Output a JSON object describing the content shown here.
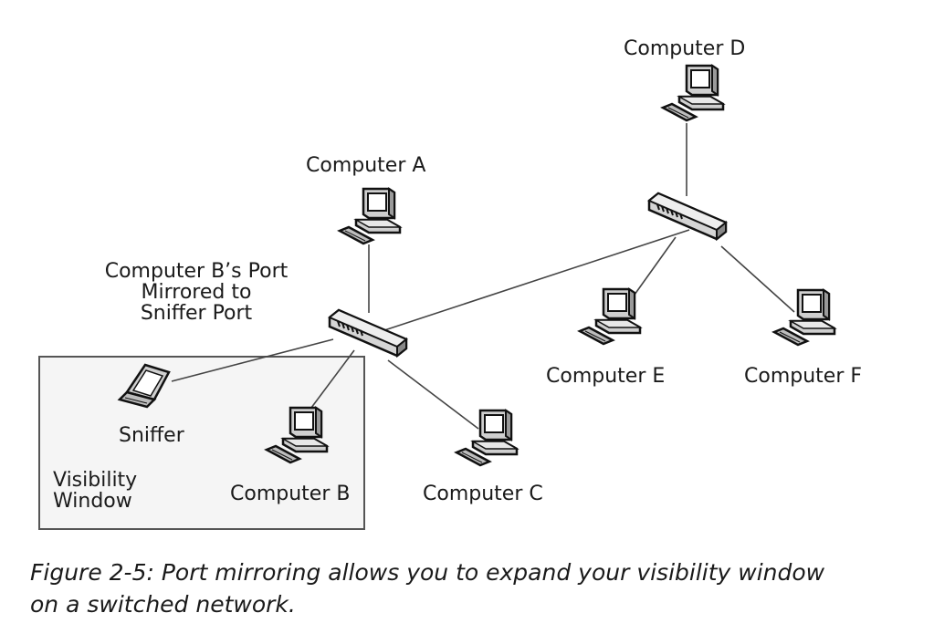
{
  "diagram": {
    "nodes": {
      "computer_a": "Computer A",
      "computer_b": "Computer B",
      "computer_c": "Computer C",
      "computer_d": "Computer D",
      "computer_e": "Computer E",
      "computer_f": "Computer F",
      "sniffer": "Sniffer"
    },
    "switch_note": [
      "Computer B’s Port",
      "Mirrored to",
      "Sniffer Port"
    ],
    "visibility_window": [
      "Visibility",
      "Window"
    ]
  },
  "caption": [
    "Figure 2-5: Port mirroring allows you to expand your visibility window",
    "on a switched network."
  ],
  "colors": {
    "line": "#444444",
    "window_border": "#555555",
    "window_fill": "#f5f5f5"
  },
  "icons": [
    "desktop-computer-icon",
    "laptop-icon",
    "network-switch-icon"
  ]
}
